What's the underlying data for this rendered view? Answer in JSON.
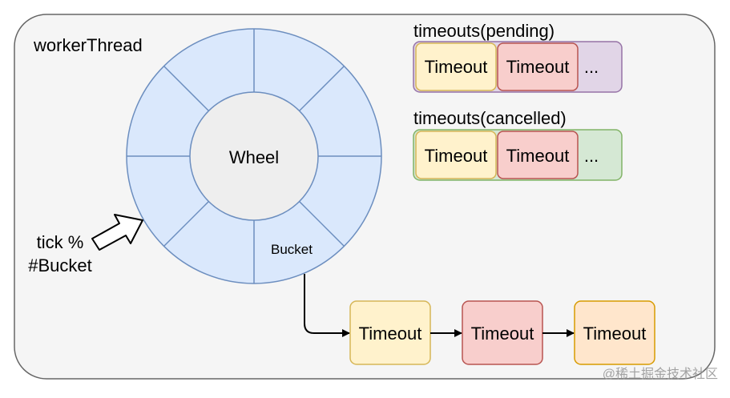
{
  "container": {
    "label": "workerThread"
  },
  "wheel": {
    "center_label": "Wheel",
    "bucket_label": "Bucket"
  },
  "pointer": {
    "line1": "tick %",
    "line2": "#Bucket"
  },
  "pending": {
    "title": "timeouts(pending)",
    "items": [
      "Timeout",
      "Timeout"
    ],
    "more": "..."
  },
  "cancelled": {
    "title": "timeouts(cancelled)",
    "items": [
      "Timeout",
      "Timeout"
    ],
    "more": "..."
  },
  "bucket_chain": {
    "items": [
      "Timeout",
      "Timeout",
      "Timeout"
    ]
  },
  "watermark": "@稀土掘金技术社区",
  "colors": {
    "yellow_fill": "#fff2cc",
    "yellow_stroke": "#d6b656",
    "red_fill": "#f8cecc",
    "red_stroke": "#b85450",
    "orange_fill": "#ffe6cc",
    "orange_stroke": "#d79b00",
    "purple_fill": "#e1d5e7",
    "purple_stroke": "#9673a6",
    "green_fill": "#d5e8d4",
    "green_stroke": "#82b366",
    "wheel_fill": "#dae8fc",
    "wheel_stroke": "#6c8ebf",
    "hub_fill": "#eeeeee",
    "container_fill": "#f5f5f5"
  }
}
